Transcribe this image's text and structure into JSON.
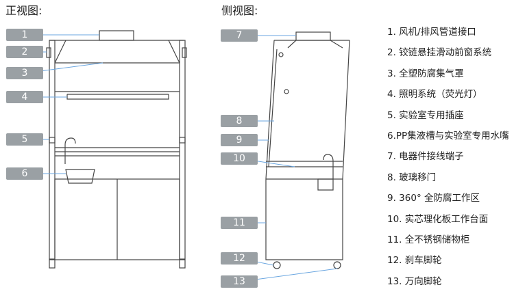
{
  "front_view": {
    "title": "正视图:",
    "callouts": [
      "1",
      "2",
      "3",
      "4",
      "5",
      "6"
    ]
  },
  "side_view": {
    "title": "侧视图:",
    "callouts": [
      "7",
      "8",
      "9",
      "10",
      "11",
      "12",
      "13"
    ]
  },
  "legend": [
    "1. 风机/排风管道接口",
    "2. 铰链悬挂滑动前窗系统",
    "3. 全塑防腐集气罩",
    "4. 照明系统（荧光灯）",
    "5. 实验室专用插座",
    "6.PP集液槽与实验室专用水嘴",
    "7. 电器件接线端子",
    "8. 玻璃移门",
    "9. 360° 全防腐工作区",
    "10. 实芯理化板工作台面",
    "11. 全不锈钢储物柜",
    "12. 刹车脚轮",
    "13. 万向脚轮"
  ],
  "colors": {
    "callout_bg": "#9aa0a4",
    "leader_line": "#6aa6e0",
    "outline": "#444444"
  }
}
